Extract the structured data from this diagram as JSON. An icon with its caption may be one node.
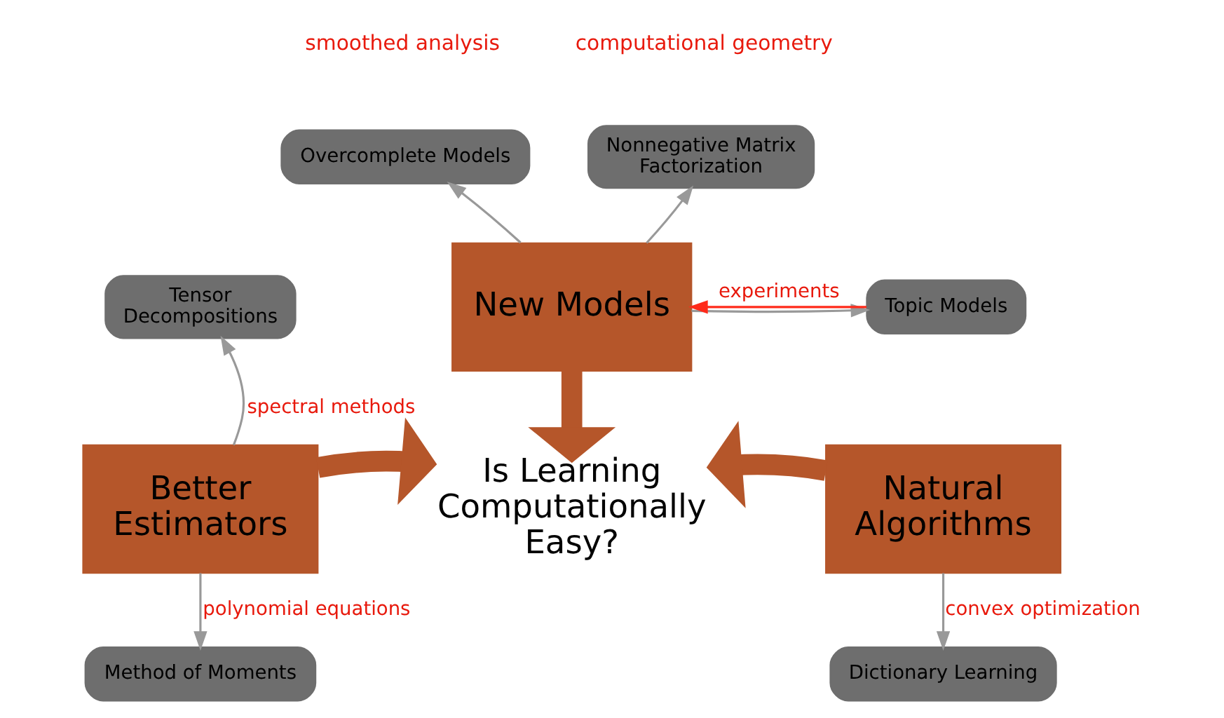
{
  "diagram": {
    "nodes": [
      {
        "text": [
          "New Models"
        ]
      },
      {
        "text": [
          "Overcomplete Models"
        ]
      },
      {
        "text": [
          "Nonnegative Matrix Factorization"
        ]
      },
      {
        "text": [
          "Topic Models"
        ]
      },
      {
        "text": [
          "Is Learning Computationally Easy?"
        ]
      },
      {
        "text": [
          "Tensor Decompositions"
        ]
      },
      {
        "text": [
          "Better Estimators"
        ]
      },
      {
        "text": [
          "Natural Algorithms"
        ]
      },
      {
        "text": [
          "Method of Moments"
        ]
      },
      {
        "text": [
          "Dictionary Learning"
        ]
      }
    ],
    "edges": [
      {
        "from": 0,
        "to": 1,
        "arrow": "to"
      },
      {
        "from": 0,
        "to": 2,
        "arrow": "to"
      },
      {
        "from": 0,
        "to": 3,
        "arrow": "to"
      },
      {
        "from": 3,
        "to": 0,
        "arrow": "to",
        "label": "experiments",
        "color": "#ff2a1a"
      },
      {
        "from": 0,
        "to": 4,
        "arrow": "to",
        "style": "thick",
        "color": "#b5562a"
      },
      {
        "from": 6,
        "to": 4,
        "arrow": "to",
        "style": "thick",
        "color": "#b5562a"
      },
      {
        "from": 7,
        "to": 4,
        "arrow": "to",
        "style": "thick",
        "color": "#b5562a"
      },
      {
        "from": 6,
        "to": 5,
        "arrow": "to",
        "label": "spectral methods"
      },
      {
        "from": 6,
        "to": 8,
        "arrow": "to",
        "label": "polynomial equations"
      },
      {
        "from": 7,
        "to": 9,
        "arrow": "to",
        "label": "convex optimization"
      }
    ],
    "labels": [
      "smoothed analysis",
      "computational geometry"
    ]
  }
}
